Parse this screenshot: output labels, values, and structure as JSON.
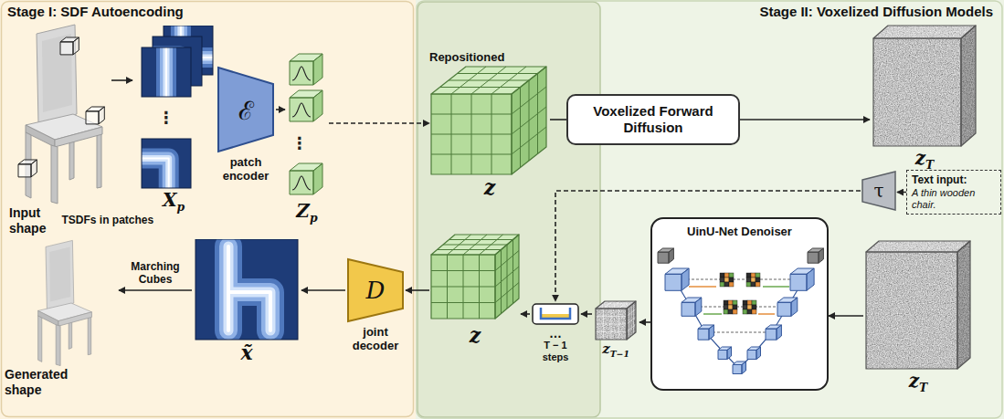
{
  "diagram": {
    "nodes": [
      {
        "text": [
          "Stage I: SDF Autoencoding"
        ]
      },
      {
        "text": [
          "Stage II: Voxelized Diffusion Models"
        ]
      },
      {
        "text": [
          "Input shape"
        ],
        "in": 0
      },
      {
        "text": [
          "Xp"
        ],
        "in": 0
      },
      {
        "text": [
          "ℰ",
          "patch encoder"
        ],
        "in": 0
      },
      {
        "text": [
          "Zp"
        ],
        "in": 0
      },
      {
        "text": [
          "D",
          "joint decoder"
        ],
        "in": 0
      },
      {
        "text": [
          "x̃"
        ],
        "in": 0
      },
      {
        "text": [
          "Generated shape"
        ],
        "in": 0
      },
      {
        "text": [
          "Repositioned",
          "z"
        ],
        "in": 1
      },
      {
        "text": [
          "Voxelized Forward Diffusion"
        ],
        "in": 1
      },
      {
        "text": [
          "zT"
        ],
        "in": 1
      },
      {
        "text": [
          "τ"
        ],
        "in": 1
      },
      {
        "text": [
          "Text input:",
          "A thin wooden chair."
        ],
        "in": 1
      },
      {
        "text": [
          "UinU-Net Denoiser"
        ],
        "in": 1
      },
      {
        "text": [
          "zT"
        ],
        "in": 1
      },
      {
        "text": [
          "zT−1"
        ],
        "in": 1
      },
      {
        "text": [
          "…",
          "T − 1 steps"
        ],
        "in": 1
      },
      {
        "text": [
          "z"
        ],
        "in": 1
      }
    ],
    "edges": [
      {
        "from": 2,
        "to": 3,
        "arrow": "to",
        "label": "TSDFs in patches"
      },
      {
        "from": 4,
        "to": 5,
        "arrow": "to"
      },
      {
        "from": 5,
        "to": 9,
        "arrow": "to"
      },
      {
        "from": 9,
        "to": 10,
        "arrow": "none"
      },
      {
        "from": 10,
        "to": 11,
        "arrow": "to"
      },
      {
        "from": 13,
        "to": 12,
        "arrow": "to"
      },
      {
        "from": 12,
        "to": 17,
        "arrow": "to"
      },
      {
        "from": 15,
        "to": 14,
        "arrow": "to"
      },
      {
        "from": 14,
        "to": 16,
        "arrow": "to"
      },
      {
        "from": 16,
        "to": 17,
        "arrow": "to"
      },
      {
        "from": 17,
        "to": 18,
        "arrow": "to"
      },
      {
        "from": 18,
        "to": 6,
        "arrow": "to"
      },
      {
        "from": 6,
        "to": 7,
        "arrow": "to"
      },
      {
        "from": 7,
        "to": 8,
        "arrow": "to",
        "label": "Marching Cubes"
      }
    ],
    "labels": [
      "⋮",
      "⋮"
    ]
  }
}
